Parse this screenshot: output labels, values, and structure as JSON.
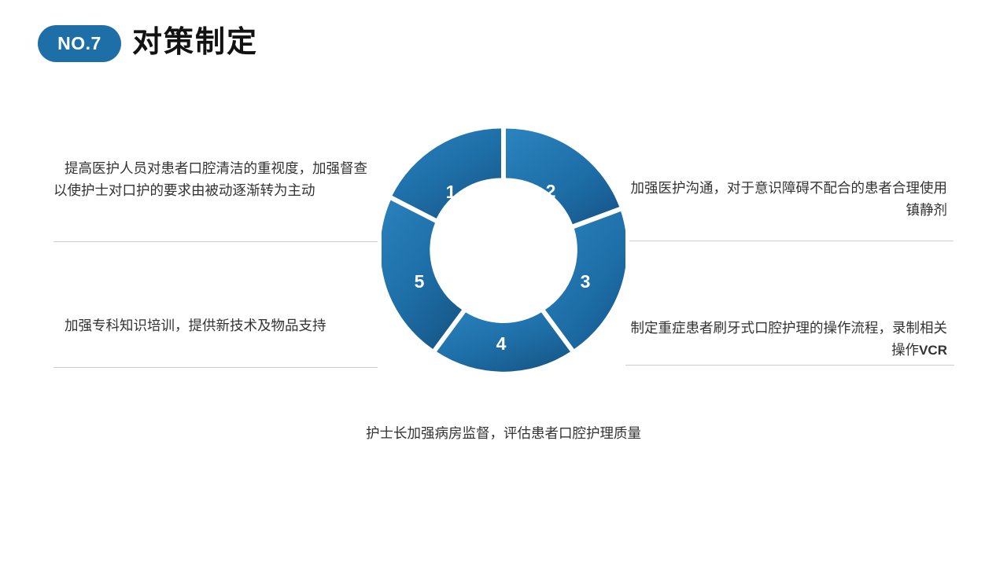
{
  "header": {
    "badge_label": "NO.7",
    "title": "对策制定"
  },
  "colors": {
    "accent_blue": "#1e6fa8",
    "accent_blue_light": "#2a82bd",
    "accent_blue_dark": "#17598a",
    "divider": "#c9cdd1",
    "text": "#333333",
    "title": "#121212",
    "background": "#ffffff"
  },
  "diagram": {
    "type": "donut",
    "segment_count": 5,
    "segments": [
      {
        "number": "1",
        "label_position": "upper-left"
      },
      {
        "number": "2",
        "label_position": "upper-right"
      },
      {
        "number": "3",
        "label_position": "right"
      },
      {
        "number": "4",
        "label_position": "bottom"
      },
      {
        "number": "5",
        "label_position": "left"
      }
    ]
  },
  "items": [
    {
      "number": "1",
      "side": "left",
      "text": "提高医护人员对患者口腔清洁的重视度，加强督查以使护士对口护的要求由被动逐渐转为主动"
    },
    {
      "number": "2",
      "side": "right",
      "text": "加强医护沟通，对于意识障碍不配合的患者合理使用镇静剂"
    },
    {
      "number": "3",
      "side": "right",
      "text_main": "制定重症患者刷牙式口腔护理的操作流程，录制相关操作",
      "text_latin": "VCR"
    },
    {
      "number": "4",
      "side": "bottom",
      "text": "护士长加强病房监督，评估患者口腔护理质量"
    },
    {
      "number": "5",
      "side": "left",
      "text": "加强专科知识培训，提供新技术及物品支持"
    }
  ]
}
